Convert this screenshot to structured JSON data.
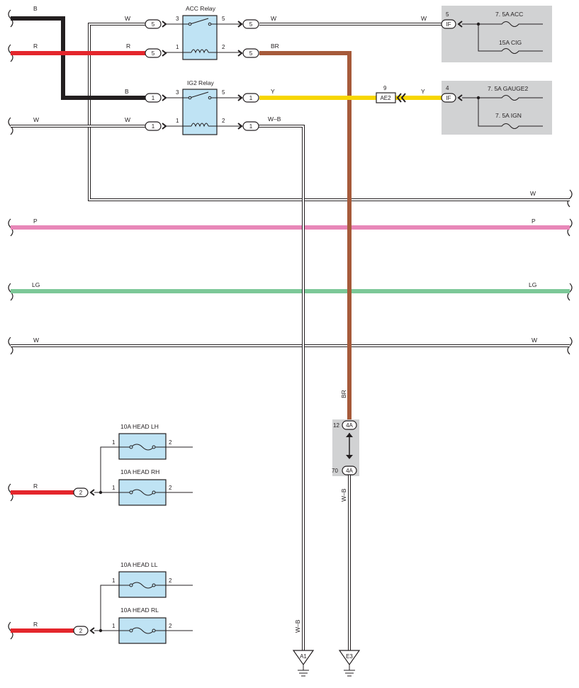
{
  "colors": {
    "black": "#231f20",
    "red": "#e4262c",
    "brown": "#a65a3a",
    "yellow": "#f7d600",
    "pink": "#e887b8",
    "light_green": "#7cc898",
    "relay_fill": "#bfe3f4",
    "gray_box": "#d1d2d3"
  },
  "wire_colors": {
    "b_top": "B",
    "w_top_left": "W",
    "w_top_mid": "W",
    "w_top_right": "W",
    "r_left": "R",
    "r_mid": "R",
    "br": "BR",
    "b_mid": "B",
    "y_mid": "Y",
    "y_right": "Y",
    "w_ig2_left": "W",
    "w_ig2_mid": "W",
    "wb_ig2": "W–B",
    "w_return": "W",
    "p_left": "P",
    "p_right": "P",
    "lg_left": "LG",
    "lg_right": "LG",
    "w_low_left": "W",
    "w_low_right": "W",
    "br_vertical": "BR",
    "wb_vertical_right": "W–B",
    "wb_vertical_left": "W–B",
    "r_head1": "R",
    "r_head2": "R"
  },
  "relays": {
    "acc": {
      "name": "ACC Relay",
      "pin_top_left": "3",
      "pin_top_right": "5",
      "pin_bot_left": "1",
      "pin_bot_right": "2"
    },
    "ig2": {
      "name": "IG2 Relay",
      "pin_top_left": "3",
      "pin_top_right": "5",
      "pin_bot_left": "1",
      "pin_bot_right": "2"
    }
  },
  "connectors": {
    "acc_in_top": "5",
    "acc_in_bot": "5",
    "acc_out_top": "5",
    "acc_out_bot": "5",
    "ig2_in_top": "1",
    "ig2_in_bot": "1",
    "ig2_out_top": "1",
    "ig2_out_bot": "1",
    "if_top_pin": "5",
    "if_top": "IF",
    "if_mid_pin": "4",
    "if_mid": "IF",
    "ae2_pin": "9",
    "ae2": "AE2",
    "j4a_top_pin": "12",
    "j4a_top": "4A",
    "j4a_bot_pin": "70",
    "j4a_bot": "4A",
    "head_conn1": "2",
    "head_conn2": "2"
  },
  "fuses": {
    "acc": "7. 5A ACC",
    "cig": "15A CIG",
    "gauge2": "7. 5A GAUGE2",
    "ign": "7. 5A IGN",
    "head_lh": "10A HEAD LH",
    "head_rh": "10A HEAD RH",
    "head_ll": "10A HEAD LL",
    "head_rl": "10A HEAD RL",
    "head_pin_left": "1",
    "head_pin_right": "2"
  },
  "grounds": {
    "a1": "A1",
    "e3": "E3"
  }
}
